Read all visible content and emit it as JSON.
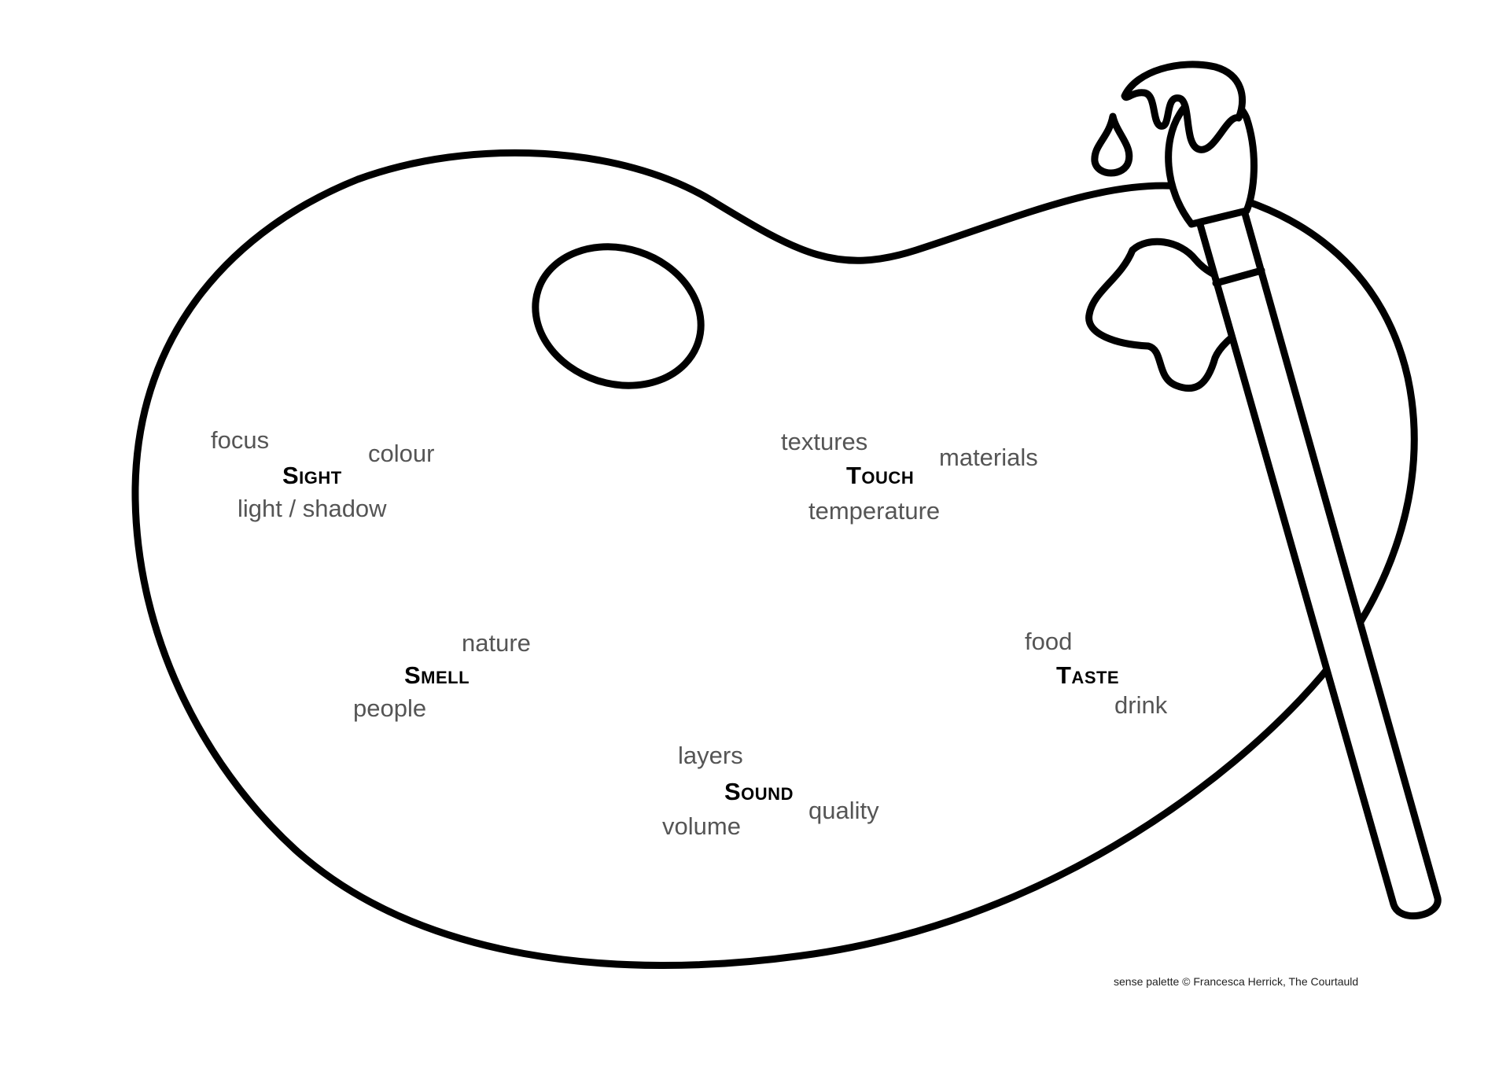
{
  "colors": {
    "outline": "#000000",
    "background": "#ffffff",
    "sense_label": "#000000",
    "keyword": "#555555"
  },
  "senses": {
    "sight": {
      "label": "Sight",
      "words": [
        "focus",
        "colour",
        "light / shadow"
      ]
    },
    "touch": {
      "label": "Touch",
      "words": [
        "textures",
        "materials",
        "temperature"
      ]
    },
    "smell": {
      "label": "Smell",
      "words": [
        "nature",
        "people"
      ]
    },
    "taste": {
      "label": "Taste",
      "words": [
        "food",
        "drink"
      ]
    },
    "sound": {
      "label": "Sound",
      "words": [
        "layers",
        "quality",
        "volume"
      ]
    }
  },
  "credit": "sense palette © Francesca Herrick, The Courtauld",
  "icons": [
    "palette-icon",
    "thumb-hole-icon",
    "paint-blob-icon",
    "paint-drip-icon",
    "paintbrush-icon"
  ]
}
